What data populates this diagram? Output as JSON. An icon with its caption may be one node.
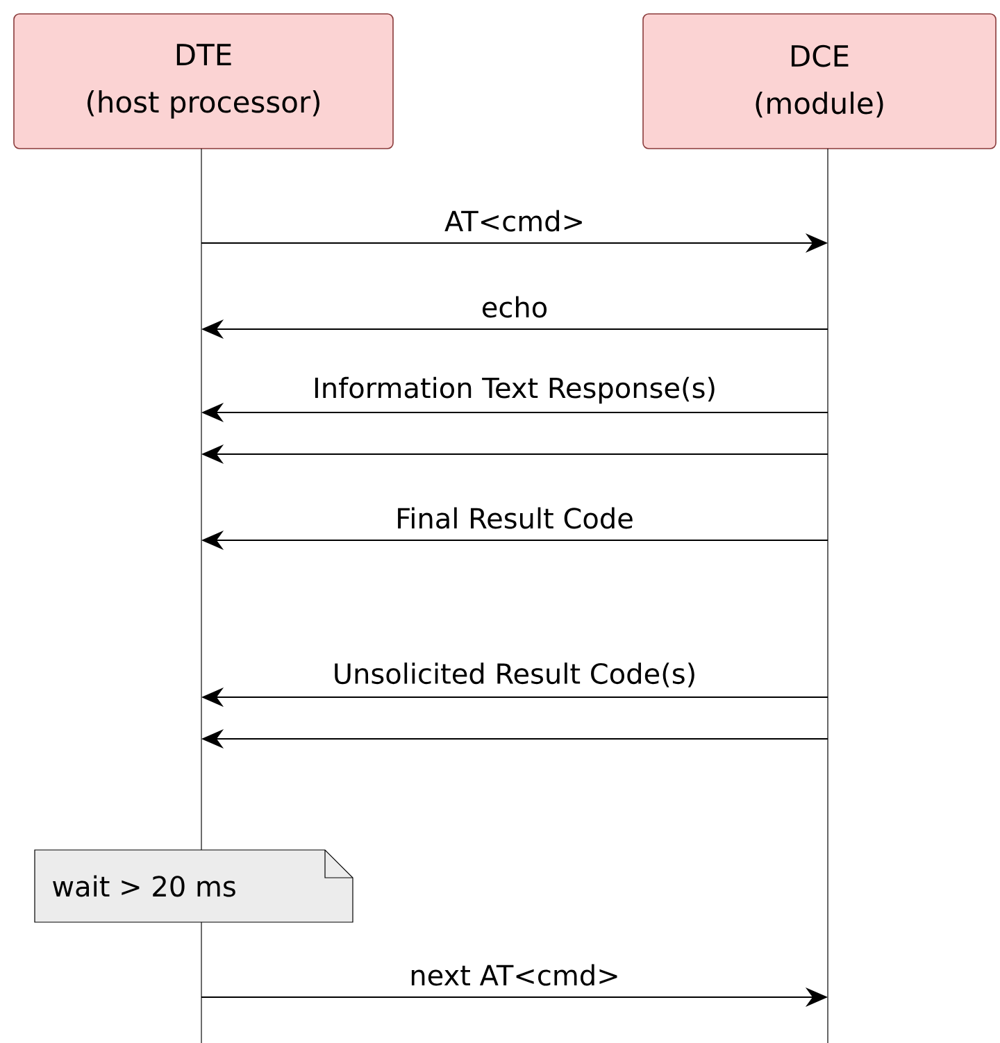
{
  "diagram": {
    "nodes": [
      {
        "text": [
          "DTE",
          "(host processor)"
        ]
      },
      {
        "text": [
          "DCE",
          "(module)"
        ]
      },
      {
        "text": [],
        "shape": "line"
      },
      {
        "text": [],
        "shape": "line"
      },
      {
        "text": [
          "wait > 20 ms"
        ]
      }
    ],
    "edges": [
      {
        "from": 2,
        "to": 3,
        "arrow": "to",
        "label": "AT<cmd>"
      },
      {
        "from": 3,
        "to": 2,
        "arrow": "to",
        "label": "echo"
      },
      {
        "from": 3,
        "to": 2,
        "arrow": "to",
        "label": "Information Text Response(s)"
      },
      {
        "from": 3,
        "to": 2,
        "arrow": "to"
      },
      {
        "from": 3,
        "to": 2,
        "arrow": "to",
        "label": "Final Result Code"
      },
      {
        "from": 3,
        "to": 2,
        "arrow": "to",
        "label": "Unsolicited Result Code(s)"
      },
      {
        "from": 3,
        "to": 2,
        "arrow": "to"
      },
      {
        "from": 2,
        "to": 3,
        "arrow": "to",
        "label": "next AT<cmd>"
      }
    ]
  }
}
